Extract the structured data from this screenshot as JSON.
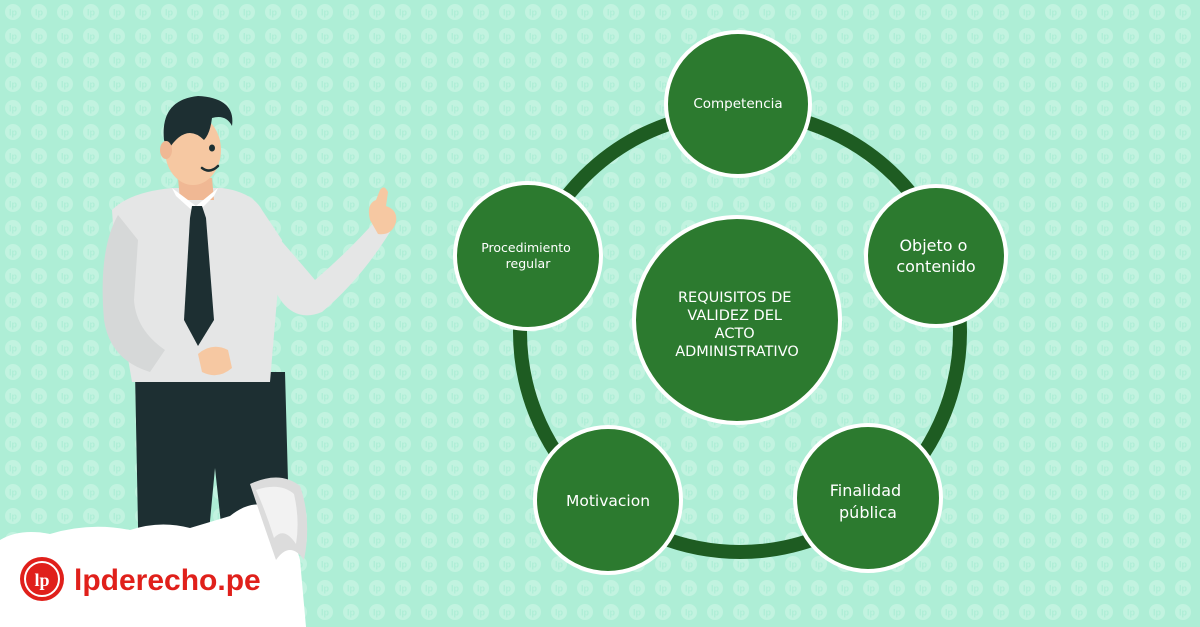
{
  "colors": {
    "background": "#aeeed6",
    "pattern": "#c6f4e2",
    "ring": "#1e5c22",
    "node": "#2c7a2f",
    "node_stroke": "#ffffff",
    "brand_red": "#e0201b"
  },
  "diagram": {
    "center": "REQUISITOS DE VALIDEZ DEL ACTO ADMINISTRATIVO",
    "center_lines": [
      "REQUISITOS DE",
      "VALIDEZ DEL",
      "ACTO",
      "ADMINISTRATIVO"
    ],
    "nodes": [
      {
        "id": "competencia",
        "lines": [
          "Competencia"
        ]
      },
      {
        "id": "objeto",
        "lines": [
          "Objeto o",
          "contenido"
        ]
      },
      {
        "id": "finalidad",
        "lines": [
          "Finalidad",
          "pública"
        ]
      },
      {
        "id": "motivacion",
        "lines": [
          "Motivacion"
        ]
      },
      {
        "id": "procedimiento",
        "lines": [
          "Procedimiento",
          "regular"
        ]
      }
    ]
  },
  "brand": {
    "logo_mark": "lp",
    "name": "lpderecho.pe"
  },
  "illustration": {
    "icon": "businessman-pointing-icon"
  }
}
